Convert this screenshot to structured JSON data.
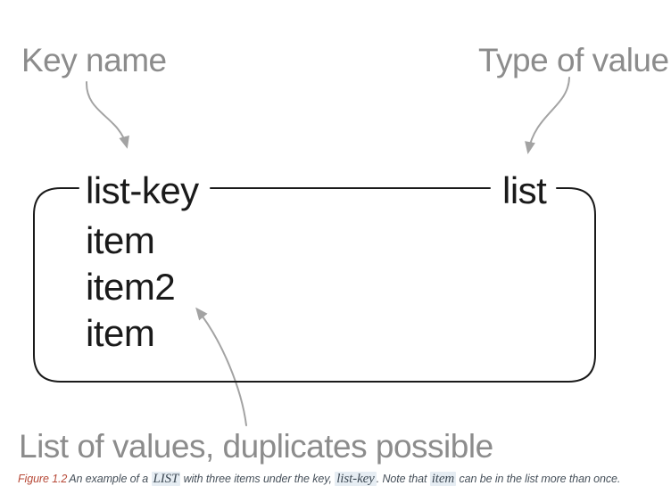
{
  "diagram": {
    "key_name_label": "Key name",
    "type_of_value_label": "Type of value",
    "list_of_values_label": "List of values, duplicates possible",
    "box": {
      "key": "list-key",
      "value_type": "list",
      "items": [
        "item",
        "item2",
        "item"
      ]
    },
    "colors": {
      "annotation_text": "#8c8c8c",
      "arrow": "#a3a3a3",
      "box_border": "#1a1a1a",
      "box_text": "#1a1a1a"
    }
  },
  "caption": {
    "figure_label": "Figure 1.2",
    "text_1": "An example of a ",
    "code_1": "LIST",
    "text_2": " with three items under the key, ",
    "code_2": "list-key",
    "text_3": ". Note that ",
    "code_3": "item",
    "text_4": " can be in the list more than once.",
    "colors": {
      "figure_label": "#b74a38",
      "text": "#46505a",
      "code_text": "#3d4954",
      "code_background": "#e6edf3"
    }
  }
}
